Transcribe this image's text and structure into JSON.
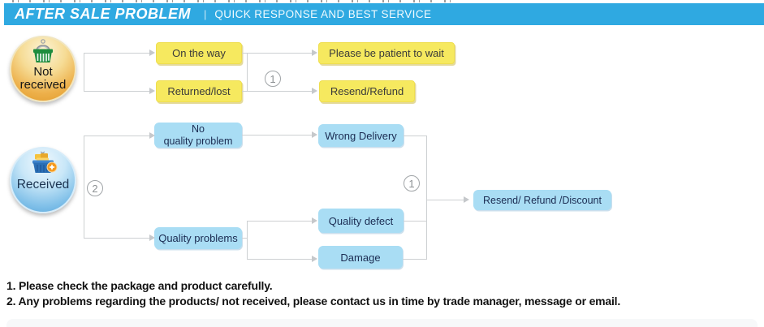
{
  "header": {
    "title": "AFTER SALE PROBLEM",
    "separator": "|",
    "subtitle": "QUICK RESPONSE AND BEST SERVICE",
    "bar_color": "#2FA9E1"
  },
  "flow": {
    "sources": [
      {
        "id": "not-received",
        "label_line1": "Not",
        "label_line2": "received",
        "icon": "green-shopping-basket-icon",
        "theme_color": "#EDB04A"
      },
      {
        "id": "received",
        "label": "Received",
        "icon": "blue-shopping-basket-star-icon",
        "theme_color": "#82C1E9"
      }
    ],
    "steps": {
      "on_the_way": "On the way",
      "returned_lost": "Returned/lost",
      "patient_wait": "Please be patient to wait",
      "resend_refund": "Resend/Refund",
      "no_quality_problem_line1": "No",
      "no_quality_problem_line2": "quality problem",
      "wrong_delivery": "Wrong Delivery",
      "quality_problems": "Quality problems",
      "quality_defect": "Quality defect",
      "damage": "Damage",
      "resend_refund_discount": "Resend/ Refund /Discount"
    },
    "markers": {
      "circle1_top": "1",
      "circle2_left": "2",
      "circle1_right": "1"
    },
    "colors": {
      "yellow_box": "#F6E95F",
      "blue_box": "#A9DDF4",
      "connector": "#CDD0D2"
    }
  },
  "notes": [
    "1. Please check the package and product carefully.",
    "2. Any problems regarding the products/ not received, please contact us in time by trade manager, message or email."
  ]
}
